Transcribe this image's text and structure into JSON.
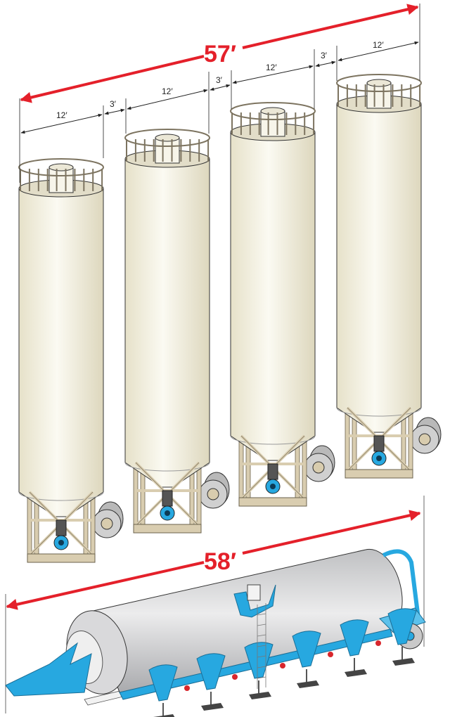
{
  "overall_length_silos": "57′",
  "overall_length_trailer": "58′",
  "silo_widths": [
    "12′",
    "12′",
    "12′",
    "12′"
  ],
  "silo_gaps": [
    "3′",
    "3′",
    "3′"
  ],
  "colors": {
    "dimension_red": "#e4202a",
    "silo_body": "#f3f0e2",
    "silo_frame": "#d9cdb0",
    "trailer_tank": "#d6d7d9",
    "trailer_blue": "#27a8e0"
  }
}
